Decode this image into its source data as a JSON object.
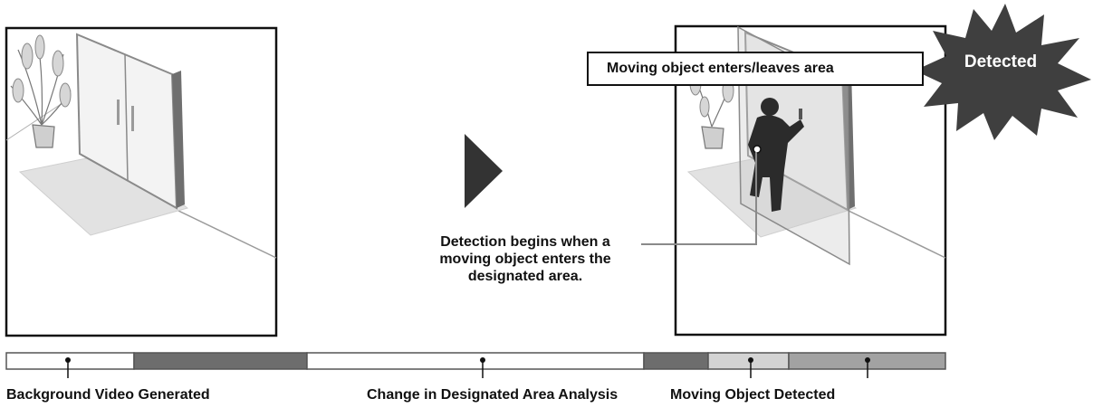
{
  "scenes": {
    "before": {},
    "after": {}
  },
  "callout": {
    "text": "Moving object enters/leaves area"
  },
  "burst": {
    "text": "Detected"
  },
  "caption": {
    "line1": "Detection begins when a",
    "line2": "moving object enters the",
    "line3": "designated area."
  },
  "timeline": {
    "labels": {
      "background": "Background Video Generated",
      "analysis": "Change in Designated Area Analysis",
      "detected": "Moving Object Detected"
    }
  },
  "colors": {
    "dark_segment": "#6d6d6d",
    "light_segment": "#d3d3d3",
    "mid_segment": "#a2a2a2",
    "burst": "#3f3f3f",
    "outline": "#111111"
  },
  "icons": {
    "arrow": "play-triangle-icon",
    "burst": "starburst-icon",
    "person": "person-silhouette-icon",
    "plant": "potted-plant-icon"
  }
}
